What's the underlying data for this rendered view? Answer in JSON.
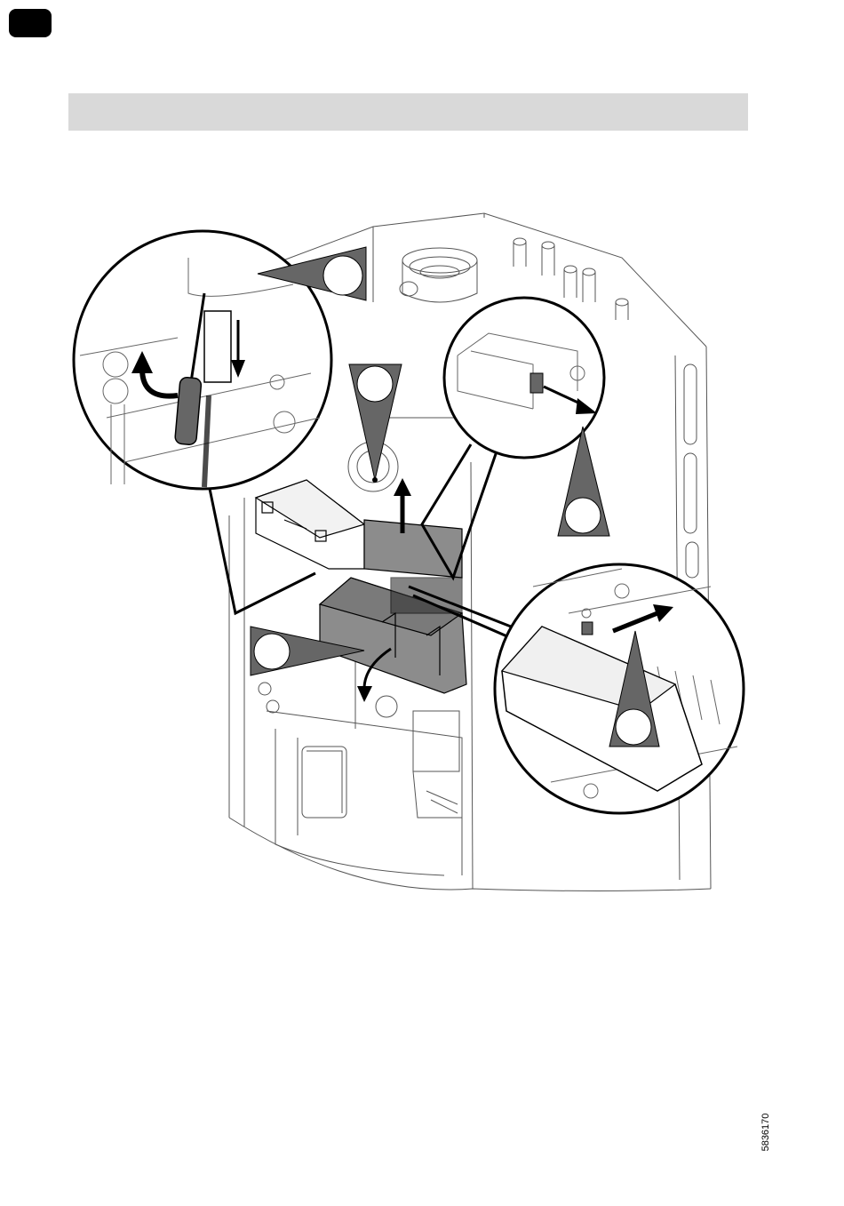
{
  "document": {
    "doc_number": "5836170"
  },
  "colors": {
    "tab": "#000000",
    "header_bar": "#d9d9d9",
    "callout_fill": "#666666",
    "line": "#000000",
    "panel_gray": "#8c8c8c"
  },
  "icons": {
    "callout": "triangle-pointer-with-circle",
    "magnifier": "detail-circle"
  }
}
